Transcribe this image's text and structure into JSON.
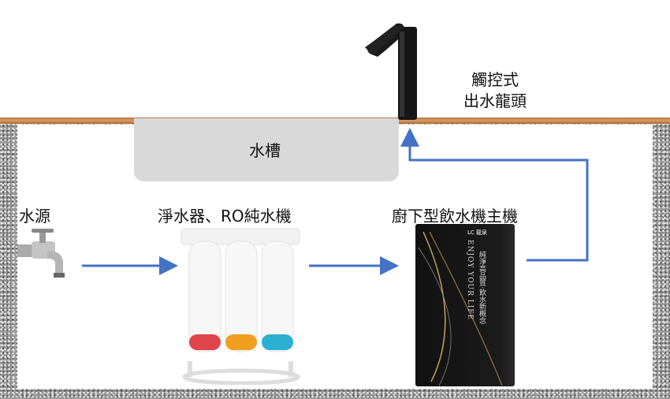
{
  "labels": {
    "faucet_line1": "觸控式",
    "faucet_line2": "出水龍頭",
    "sink": "水槽",
    "water_source": "水源",
    "purifier": "淨水器、RO純水機",
    "dispenser": "廚下型飲水機主機"
  },
  "product_text": {
    "brand": "LC 龍泉",
    "slogan_en": "ENJOY YOUR LIFE",
    "slogan_zh": "純淨高品質‧飲水新概念"
  },
  "colors": {
    "arrow": "#4472c4",
    "sink": "#d9d9da",
    "wood": "#c98a52"
  }
}
